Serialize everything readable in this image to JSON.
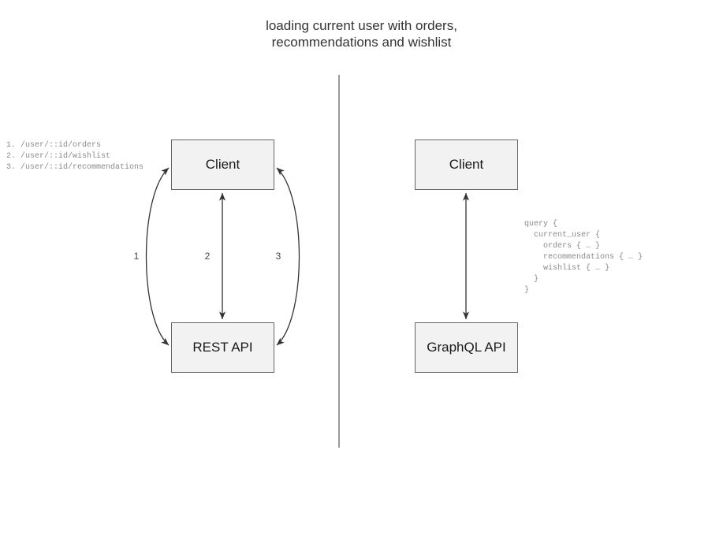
{
  "title": "loading current user with orders,\nrecommendations and wishlist",
  "divider": {
    "name": "vertical-divider",
    "color": "#808080"
  },
  "rest_side": {
    "endpoint_list": "1. /user/::id/orders\n2. /user/::id/wishlist\n3. /user/::id/recommendations",
    "client_node": "Client",
    "api_node": "REST API",
    "edges": [
      {
        "label": "1",
        "shape": "curve-left",
        "bidirectional": true
      },
      {
        "label": "2",
        "shape": "straight",
        "bidirectional": true
      },
      {
        "label": "3",
        "shape": "curve-right",
        "bidirectional": true
      }
    ]
  },
  "graphql_side": {
    "client_node": "Client",
    "api_node": "GraphQL API",
    "query": "query {\n  current_user {\n    orders { … }\n    recommendations { … }\n    wishlist { … }\n  }\n}",
    "edges": [
      {
        "label": "",
        "shape": "straight",
        "bidirectional": true
      }
    ]
  },
  "colors": {
    "node_fill": "#f2f2f2",
    "node_border": "#666666",
    "edge_stroke": "#333333",
    "code_text": "#8a8a8a",
    "title_text": "#333333"
  }
}
